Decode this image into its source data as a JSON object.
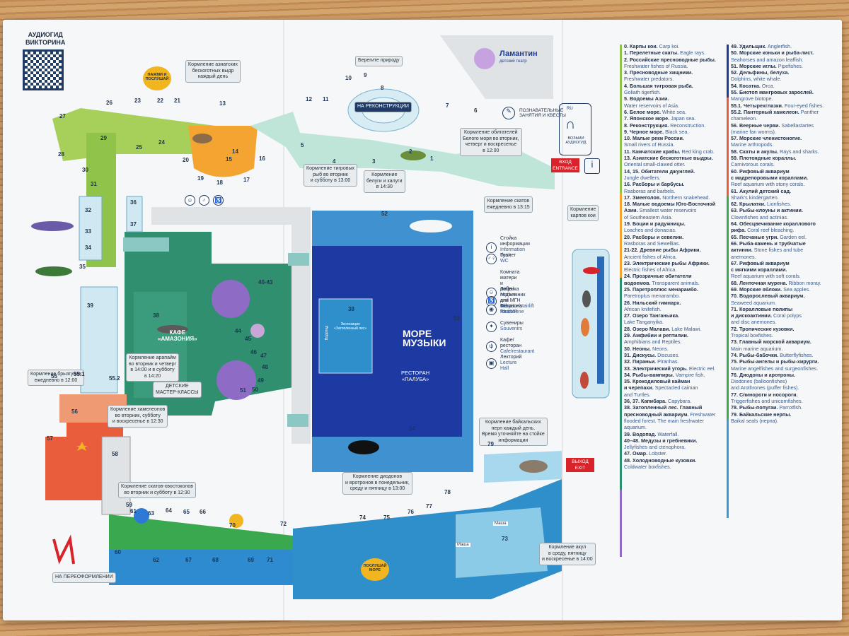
{
  "audioguide": {
    "line1": "АУДИОГИД",
    "line2": "ВИКТОРИНА"
  },
  "press_listen": "НАЖМИ И ПОСЛУШАЙ",
  "protect_nature": "Берегите природу",
  "reconstruction": "НА РЕКОНСТРУКЦИИ",
  "lamantin": {
    "name": "Ламантин",
    "sub": "детский театр"
  },
  "quests": "ПОЗНАВАТЕЛЬНЫЕ ЗАНЯТИЯ И КВЕСТЫ",
  "take_audioguide": "ВОЗЬМИ АУДИОГИД",
  "entrance": {
    "ru": "ВХОД",
    "en": "ENTRANCE"
  },
  "exit": {
    "ru": "ВЫХОД",
    "en": "EXIT"
  },
  "feeding": {
    "otters": "Кормление азиатских\nбескоготных выдр\nкаждый день",
    "white_sea": "Кормление обитателей\nБелого моря во вторник,\nчетверг и воскресенье\nв 12:00",
    "tiger_fish": "Кормление тигровых\nрыб во вторник\nи субботу в 13:00",
    "beluga": "Кормление\nбелуги и калуги\nв 14:30",
    "rays_daily": "Кормление скатов\nежедневно в 13:15",
    "carps": "Кормление\nкарпов кои",
    "arapaima": "Кормление арапайм\nво вторник и четверг\nв 14:00 и в субботу\nв 14:20",
    "archerfish": "Кормление брызгунов\nежедневно в 12:00",
    "chameleon": "Кормление хамелеонов\nво вторник, субботу\nи воскресенье в 12:30",
    "stingrays": "Кормление скатов-хвостоколов\nво вторник и субботу в 12:30",
    "seals": "Кормление байкальских\nнерп каждый день.\nВремя уточняйте на стойке\nинформации",
    "diodons": "Кормление диодонов\nи вротронов в понедельник,\nсреду и пятницу в 13:00",
    "sharks": "Кормление акул\nв среду, пятницу\nи воскресенье в 14:00"
  },
  "cafe": "КАФЕ\n«АМАЗОНИЯ»",
  "workshops": "ДЕТСКИЕ\nМАСТЕР-КЛАССЫ",
  "sea_of_music": {
    "line1": "МОРЕ",
    "line2": "МУЗЫКИ"
  },
  "restaurant": "РЕСТОРАН\n«ПАЛУБА»",
  "exposition": "Экспозиция\n«Затопленный лес»",
  "waterfall": "Водопад",
  "reformatting": "НА ПЕРЕОФОРМЛЕНИИ",
  "listen_sea": "ПОСЛУШАЙ\nМОРЕ",
  "masha": "Маша",
  "services": [
    {
      "icon": "info-icon",
      "glyph": "i",
      "ru": "Стойка информации",
      "en": "Information desk"
    },
    {
      "icon": "wc-icon",
      "glyph": "♂♀",
      "ru": "Туалет",
      "en": "WC"
    },
    {
      "icon": "baby-room-icon",
      "glyph": "☺",
      "ru": "Комната матери и ребенка",
      "en": "Mother and baby room"
    },
    {
      "icon": "elevator-icon",
      "glyph": "♿",
      "ru": "Лифт/подъемник для МГН",
      "en": "Elevator/stairlift for LMP"
    },
    {
      "icon": "camera-icon",
      "glyph": "◉",
      "ru": "Фотозона",
      "en": "Photozone"
    },
    {
      "icon": "souvenir-icon",
      "glyph": "✦",
      "ru": "Сувениры",
      "en": "Souvenirs"
    },
    {
      "icon": "cafe-icon",
      "glyph": "ψ",
      "ru": "Кафе/ресторан",
      "en": "Cafe/restaurant"
    },
    {
      "icon": "lecture-icon",
      "glyph": "▣",
      "ru": "Лекторий",
      "en": "Lecture Hall"
    }
  ],
  "zones": {
    "n27": "27",
    "n28": "28",
    "n26": "26",
    "n23": "23",
    "n22": "22",
    "n21": "21",
    "n13": "13",
    "n12": "12",
    "n11": "11",
    "n10": "10",
    "n9": "9",
    "n8": "8",
    "n7": "7",
    "n6": "6",
    "n5": "5",
    "n4": "4",
    "n3": "3",
    "n2": "2",
    "n1": "1",
    "n29": "29",
    "n25": "25",
    "n24": "24",
    "n14": "14",
    "n15": "15",
    "n16": "16",
    "n17": "17",
    "n18": "18",
    "n19": "19",
    "n20": "20",
    "n30": "30",
    "n31": "31",
    "n32": "32",
    "n33": "33",
    "n34": "34",
    "n35": "35",
    "n36": "36",
    "n37": "37",
    "n39": "39",
    "n38": "38",
    "n38b": "38",
    "n40": "40-43",
    "n44": "44",
    "n45": "45",
    "n46": "46",
    "n47": "47",
    "n48": "48",
    "n49": "49",
    "n50": "50",
    "n51": "51",
    "n52": "52",
    "n53": "53",
    "n54": "54",
    "n55": "55",
    "n551": "55.1",
    "n552": "55.2",
    "n56": "56",
    "n57": "57",
    "n58": "58",
    "n59": "59",
    "n60": "60",
    "n61": "61",
    "n62": "62",
    "n63": "63",
    "n64": "64",
    "n65": "65",
    "n66": "66",
    "n67": "67",
    "n68": "68",
    "n69": "69",
    "n70": "70",
    "n71": "71",
    "n72": "72",
    "n73": "73",
    "n74": "74",
    "n75": "75",
    "n76": "76",
    "n77": "77",
    "n78": "78",
    "n79": "79"
  },
  "legend_col1": [
    [
      "0. Карпы кои.",
      " Carp koi."
    ],
    [
      "1. Перелетные скаты.",
      " Eagle rays."
    ],
    [
      "2. Российские пресноводные рыбы.",
      ""
    ],
    [
      "",
      "Freshwater fishes of Russia."
    ],
    [
      "3. Пресноводные хищники.",
      ""
    ],
    [
      "",
      "Freshwater predators."
    ],
    [
      "4. Большая тигровая рыба.",
      ""
    ],
    [
      "",
      "Goliath tigerfish."
    ],
    [
      "5. Водоемы Азии.",
      ""
    ],
    [
      "",
      "Water reservoirs of Asia."
    ],
    [
      "6. Белое море.",
      " White sea."
    ],
    [
      "7. Японское море.",
      " Japan sea."
    ],
    [
      "8. Реконструкция.",
      " Reconstruction."
    ],
    [
      "9. Черное море.",
      " Black sea."
    ],
    [
      "10. Малые реки России.",
      ""
    ],
    [
      "",
      "Small rivers of Russia."
    ],
    [
      "11. Камчатские крабы.",
      " Red king crab."
    ],
    [
      "13. Азиатские бескоготные выдры.",
      ""
    ],
    [
      "",
      "Oriental small-clawed otter."
    ],
    [
      "14, 15. Обитатели джунглей.",
      ""
    ],
    [
      "",
      "Jungle dwellers."
    ],
    [
      "16. Расборы и барбусы.",
      ""
    ],
    [
      "",
      "Rasboras and barbels."
    ],
    [
      "17. Змееголов.",
      " Northern snakehead."
    ],
    [
      "18. Малые водоемы Юго-Восточной",
      ""
    ],
    [
      "Азии.",
      " Smallest water reservoirs"
    ],
    [
      "",
      "of Southeastern Asia."
    ],
    [
      "19. Боции и радужницы.",
      ""
    ],
    [
      "",
      "Loaches and donacias."
    ],
    [
      "20. Расборы и севелии.",
      ""
    ],
    [
      "",
      "Rasboras and Sewellias."
    ],
    [
      "21-22. Древние рыбы Африки.",
      ""
    ],
    [
      "",
      "Ancient fishes of Africa."
    ],
    [
      "23. Электрические рыбы Африки.",
      ""
    ],
    [
      "",
      "Electric fishes of Africa."
    ],
    [
      "24. Прозрачные обитатели",
      ""
    ],
    [
      "водоемов.",
      " Transparent animals."
    ],
    [
      "25. Паретроплюс менарамбо.",
      ""
    ],
    [
      "",
      "Paretroplus menarambo."
    ],
    [
      "26. Нильский гимнарх.",
      ""
    ],
    [
      "",
      "African knifefish."
    ],
    [
      "27. Озеро Танганьика.",
      ""
    ],
    [
      "",
      "Lake Tanganyika."
    ],
    [
      "28. Озеро Малави.",
      " Lake Malawi."
    ],
    [
      "29. Амфибии и рептилии.",
      ""
    ],
    [
      "",
      "Amphibians and Reptiles."
    ],
    [
      "30. Неоны.",
      " Neons."
    ],
    [
      "31. Дискусы.",
      " Discuses."
    ],
    [
      "32. Пираньи.",
      " Piranhas."
    ],
    [
      "33. Электрический угорь.",
      " Electric eel."
    ],
    [
      "34. Рыбы-вампиры.",
      " Vampire fish."
    ],
    [
      "35. Крокодиловый кайман",
      ""
    ],
    [
      "и черепахи.",
      " Spectacled caiman"
    ],
    [
      "",
      "and Turtles."
    ],
    [
      "36, 37. Капибара.",
      " Capybara."
    ],
    [
      "38. Затопленный лес. Главный",
      ""
    ],
    [
      "пресноводный аквариум.",
      " Freshwater"
    ],
    [
      "",
      "flooded forest. The main freshwater"
    ],
    [
      "",
      "aquarium."
    ],
    [
      "39. Водопад.",
      " Waterfall."
    ],
    [
      "40–48. Медузы и гребневики.",
      ""
    ],
    [
      "",
      "Jellyfishes and ctenophora."
    ],
    [
      "47. Омар.",
      " Lobster."
    ],
    [
      "48. Холодноводные кузовки.",
      ""
    ],
    [
      "",
      "Coldwater boxfishes."
    ]
  ],
  "legend_col2": [
    [
      "49. Удильщик.",
      " Anglerfish."
    ],
    [
      "50. Морские коньки и рыба-лист.",
      ""
    ],
    [
      "",
      "Seahorses and amazon leaffish."
    ],
    [
      "51. Морские иглы.",
      " Pipefishes."
    ],
    [
      "52. Дельфины, белуха.",
      ""
    ],
    [
      "",
      "Dolphins, white whale."
    ],
    [
      "54. Косатка.",
      " Orca."
    ],
    [
      "55. Биотоп мангровых зарослей.",
      ""
    ],
    [
      "",
      "Mangrove biotope."
    ],
    [
      "55.1. Четырехглазки.",
      " Four-eyed fishes."
    ],
    [
      "55.2. Пантерный хамелеон.",
      " Panther"
    ],
    [
      "",
      "chameleon."
    ],
    [
      "56. Веерные черви.",
      " Sabellastartes"
    ],
    [
      "",
      "(marine fan worms)."
    ],
    [
      "57. Морские членистоногие.",
      ""
    ],
    [
      "",
      "Marine arthropods."
    ],
    [
      "58. Скаты и акулы.",
      " Rays and sharks."
    ],
    [
      "59. Плотоядные кораллы.",
      ""
    ],
    [
      "",
      "Carnivorous corals."
    ],
    [
      "60. Рифовый аквариум",
      ""
    ],
    [
      "с мадрепоровыми кораллами.",
      ""
    ],
    [
      "",
      "Reef aquarium with stony corals."
    ],
    [
      "61. Акулий детский сад.",
      ""
    ],
    [
      "",
      "Shark's kindergarten."
    ],
    [
      "62. Крылатки.",
      " Lionfishes."
    ],
    [
      "63. Рыбы-клоуны и актинии.",
      ""
    ],
    [
      "",
      "Clownfishes and actinias."
    ],
    [
      "64. Обесцвечивание кораллового",
      ""
    ],
    [
      "рифа.",
      " Coral reef bleaching."
    ],
    [
      "65. Песчаные угри.",
      " Garden eel."
    ],
    [
      "66. Рыба-камень и трубчатые",
      ""
    ],
    [
      "актинии.",
      " Stone fishes and tube"
    ],
    [
      "",
      "anemones."
    ],
    [
      "67. Рифовый аквариум",
      ""
    ],
    [
      "с мягкими кораллами.",
      ""
    ],
    [
      "",
      "Reef aquarium with soft corals."
    ],
    [
      "68. Ленточная мурена.",
      " Ribbon moray."
    ],
    [
      "69. Морские яблоки.",
      " Sea apples."
    ],
    [
      "70. Водорослевый аквариум.",
      ""
    ],
    [
      "",
      "Seaweed aquarium."
    ],
    [
      "71. Коралловые полипы",
      ""
    ],
    [
      "и дискоактинии.",
      " Coral polyps"
    ],
    [
      "",
      "and disc anemones."
    ],
    [
      "72. Тропические кузовки.",
      ""
    ],
    [
      "",
      "Tropical boxfishes."
    ],
    [
      "73. Главный морской аквариум.",
      ""
    ],
    [
      "",
      "Main marine aquarium."
    ],
    [
      "74. Рыбы-бабочки.",
      " Butterflyfishes."
    ],
    [
      "75. Рыбы-ангелы и рыбы-хирурги.",
      ""
    ],
    [
      "",
      "Marine angelfishes and surgeonfishes."
    ],
    [
      "76. Диодоны и аротроны.",
      ""
    ],
    [
      "",
      "Diodones (balloonfishes)"
    ],
    [
      "",
      "and Arothrones (puffer fishes)."
    ],
    [
      "77. Спинороги и носороги.",
      ""
    ],
    [
      "",
      "Triggerfishes and unicornfishes."
    ],
    [
      "78. Рыбы-попугаи.",
      " Parrotfish."
    ],
    [
      "79. Байкальские нерпы.",
      ""
    ],
    [
      "",
      "Baikal seals (нерпа)."
    ]
  ],
  "colors": {
    "freshwater": "#8fc34a",
    "asia": "#f4a531",
    "africa": "#2f8f6f",
    "marine": "#1f3b96",
    "mangrove": "#e95d3c",
    "reef": "#3a9ad8",
    "accent_red": "#d8232a"
  }
}
